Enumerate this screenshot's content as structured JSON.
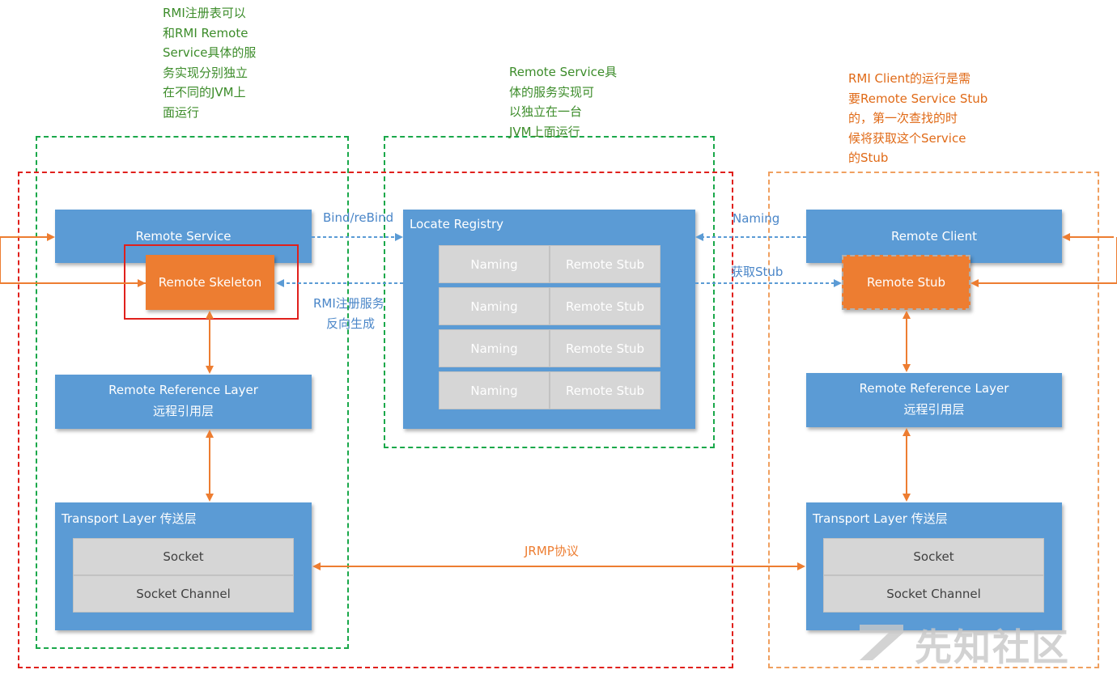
{
  "notes": {
    "registry_green": [
      "RMI注册表可以",
      "和RMI Remote",
      "Service具体的服",
      "务实现分别独立",
      "在不同的JVM上",
      "面运行"
    ],
    "service_green": [
      "Remote Service具",
      "体的服务实现可",
      "以独立在一台",
      "JVM上面运行"
    ],
    "client_orange": [
      "RMI Client的运行是需",
      "要Remote Service Stub",
      "的，第一次查找的时",
      "候将获取这个Service",
      "的Stub"
    ]
  },
  "server": {
    "remote_service": "Remote Service",
    "remote_skeleton": "Remote Skeleton",
    "reference_layer_en": "Remote Reference Layer",
    "reference_layer_zh": "远程引用层",
    "transport_title": "Transport Layer 传送层",
    "socket": "Socket",
    "socket_channel": "Socket Channel"
  },
  "registry": {
    "title": "Locate Registry",
    "rows": [
      {
        "naming": "Naming",
        "stub": "Remote Stub"
      },
      {
        "naming": "Naming",
        "stub": "Remote Stub"
      },
      {
        "naming": "Naming",
        "stub": "Remote Stub"
      },
      {
        "naming": "Naming",
        "stub": "Remote Stub"
      }
    ]
  },
  "client": {
    "remote_client": "Remote Client",
    "remote_stub": "Remote Stub",
    "reference_layer_en": "Remote Reference Layer",
    "reference_layer_zh": "远程引用层",
    "transport_title": "Transport Layer 传送层",
    "socket": "Socket",
    "socket_channel": "Socket Channel"
  },
  "edges": {
    "bind": "Bind/reBind",
    "reverse_1": "RMI注册服务",
    "reverse_2": "反向生成",
    "naming": "Naming",
    "get_stub": "获取Stub",
    "jrmp": "JRMP协议"
  },
  "watermark": "先知社区",
  "colors": {
    "blue_box": "#5b9bd5",
    "orange_box": "#ed7d31",
    "gray_cell": "#d6d6d6",
    "green_dash": "#1aa84a",
    "red_dash": "#e0201c",
    "orange_dash": "#f0a060",
    "highlight_red": "#e0201c"
  }
}
